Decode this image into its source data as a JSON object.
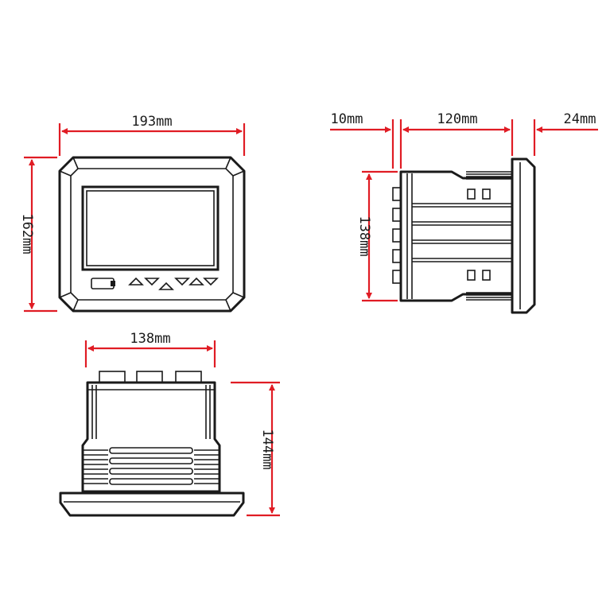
{
  "colors": {
    "dimension": "#e01c24",
    "outline": "#1a1a1a",
    "background": "#ffffff"
  },
  "front_view": {
    "width_label": "193mm",
    "height_label": "162mm"
  },
  "side_view": {
    "flange_label": "10mm",
    "body_label": "120mm",
    "rear_label": "24mm",
    "height_label": "138mm"
  },
  "top_view": {
    "width_label": "138mm",
    "height_label": "144mm"
  }
}
